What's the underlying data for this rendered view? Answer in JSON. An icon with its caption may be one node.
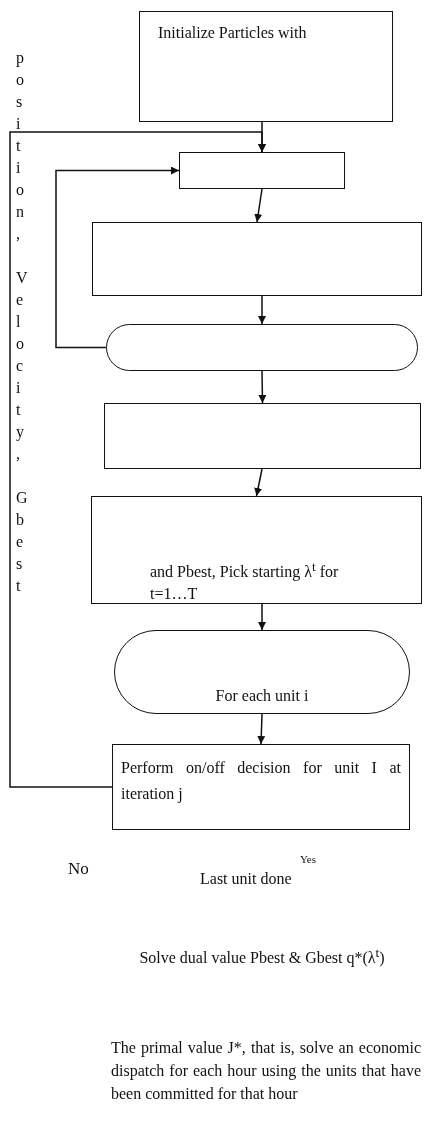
{
  "diagram": {
    "nodes": [
      {
        "text": [
          "Initialize Particles with"
        ]
      },
      {
        "text": [],
        "shape": "box"
      },
      {
        "text": [],
        "shape": "box"
      },
      {
        "text": [],
        "shape": "oval"
      },
      {
        "text": [],
        "shape": "box"
      },
      {
        "text": [],
        "shape": "box"
      },
      {
        "text": [
          "For each unit i"
        ]
      },
      {
        "text": [
          "Perform on/off decision for unit I at iteration j"
        ]
      }
    ],
    "edges": [
      {
        "from": 0,
        "to": 1,
        "arrow": "to"
      },
      {
        "from": 1,
        "to": 2,
        "arrow": "to"
      },
      {
        "from": 2,
        "to": 3,
        "arrow": "to"
      },
      {
        "from": 3,
        "to": 4,
        "arrow": "to"
      },
      {
        "from": 4,
        "to": 5,
        "arrow": "to"
      },
      {
        "from": 5,
        "to": 6,
        "arrow": "to"
      },
      {
        "from": 6,
        "to": 7,
        "arrow": "to"
      },
      {
        "from": 3,
        "to": 1,
        "arrow": "to"
      },
      {
        "from": 7,
        "to": 1,
        "arrow": "to"
      }
    ],
    "labels": [
      "position, Velocity, Gbest",
      "and Pbest, Pick starting λ$^{t}$ for t=1…T",
      "No",
      "Yes",
      "Last unit done",
      "Solve dual value Pbest & Gbest q*(λ$^{t}$)",
      "The primal value J*, that is, solve an economic dispatch for each hour using the units that have been committed for that hour"
    ]
  }
}
